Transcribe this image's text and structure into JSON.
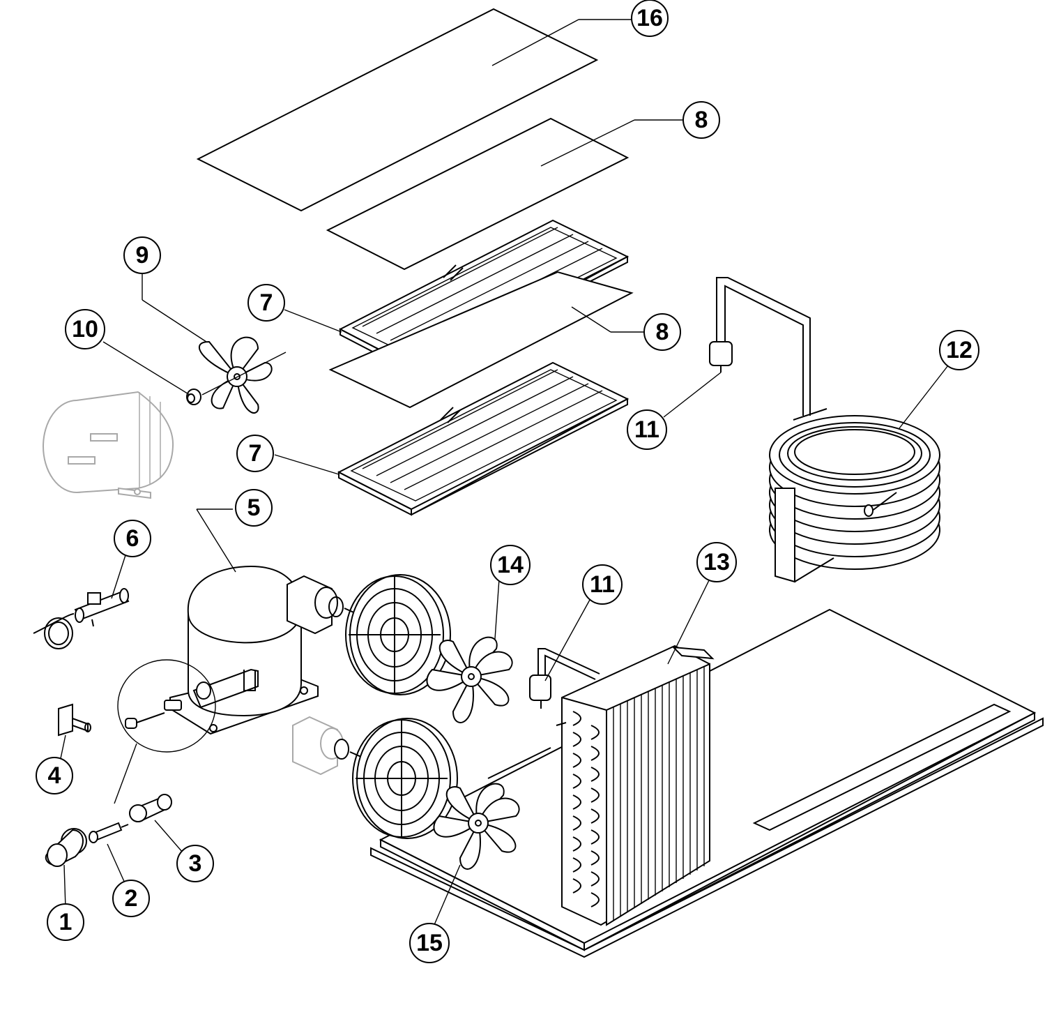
{
  "callouts": {
    "c1": "1",
    "c2": "2",
    "c3": "3",
    "c4": "4",
    "c5": "5",
    "c6": "6",
    "c7a": "7",
    "c7b": "7",
    "c8a": "8",
    "c8b": "8",
    "c9": "9",
    "c10": "10",
    "c11a": "11",
    "c11b": "11",
    "c12": "12",
    "c13": "13",
    "c14": "14",
    "c15": "15",
    "c16": "16"
  }
}
